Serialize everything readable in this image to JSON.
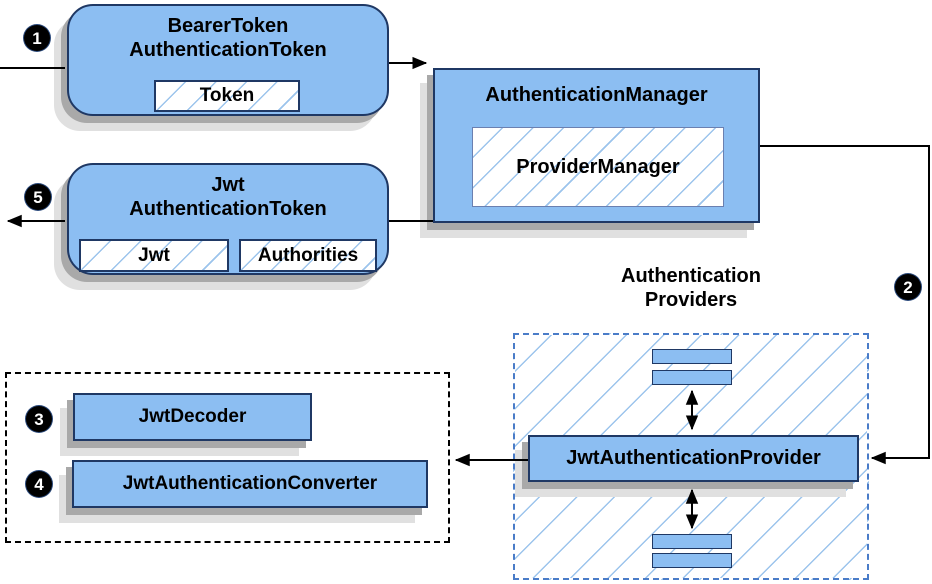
{
  "diagram": {
    "bearer_token": {
      "line1": "BearerToken",
      "line2": "AuthenticationToken",
      "chip": "Token"
    },
    "auth_manager": {
      "title": "AuthenticationManager",
      "chip": "ProviderManager"
    },
    "jwt_token": {
      "line1": "Jwt",
      "line2": "AuthenticationToken",
      "chip_jwt": "Jwt",
      "chip_authorities": "Authorities"
    },
    "providers": {
      "label_line1": "Authentication",
      "label_line2": "Providers",
      "node": "JwtAuthenticationProvider"
    },
    "decoders": {
      "decoder": "JwtDecoder",
      "converter": "JwtAuthenticationConverter"
    },
    "badges": {
      "step1": "1",
      "step2": "2",
      "step3": "3",
      "step4": "4",
      "step5": "5"
    },
    "colors": {
      "node_fill": "#8CBEF2",
      "node_border": "#1F3864",
      "chip_border": "#6B80B0",
      "hatch_line": "#9CC4EC",
      "dashed_blue": "#4A7CC8",
      "shadow_dark": "#A9A9A9",
      "shadow_light": "#E0E0E0",
      "arrow": "#000000",
      "badge_bg": "#000000",
      "badge_fg": "#FFFFFF"
    }
  }
}
